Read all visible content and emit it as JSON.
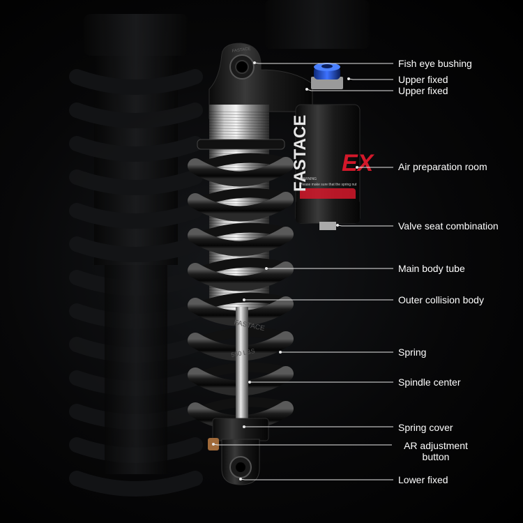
{
  "product": {
    "brand_mark": "FASTACE",
    "model_mark": "EX",
    "warning_title": "WARNING",
    "warning_text": "Please make sure that the spring nut",
    "spring_rate": "550 LBS"
  },
  "colors": {
    "background": "#000000",
    "label_text": "#ffffff",
    "leader_line": "#e8e8e8",
    "accent_red": "#d3182a",
    "accent_blue": "#2a5bd8"
  },
  "callouts": [
    {
      "id": "fish-eye-bushing",
      "label": "Fish eye bushing"
    },
    {
      "id": "upper-fixed-1",
      "label": "Upper fixed"
    },
    {
      "id": "upper-fixed-2",
      "label": "Upper fixed"
    },
    {
      "id": "air-preparation-room",
      "label": "Air preparation room"
    },
    {
      "id": "valve-seat-combination",
      "label": "Valve seat combination"
    },
    {
      "id": "main-body-tube",
      "label": "Main body tube"
    },
    {
      "id": "outer-collision-body",
      "label": "Outer collision body"
    },
    {
      "id": "spring",
      "label": "Spring"
    },
    {
      "id": "spindle-center",
      "label": "Spindle center"
    },
    {
      "id": "spring-cover",
      "label": "Spring cover"
    },
    {
      "id": "ar-adjustment-button",
      "label": "AR adjustment button"
    },
    {
      "id": "lower-fixed",
      "label": "Lower fixed"
    }
  ]
}
